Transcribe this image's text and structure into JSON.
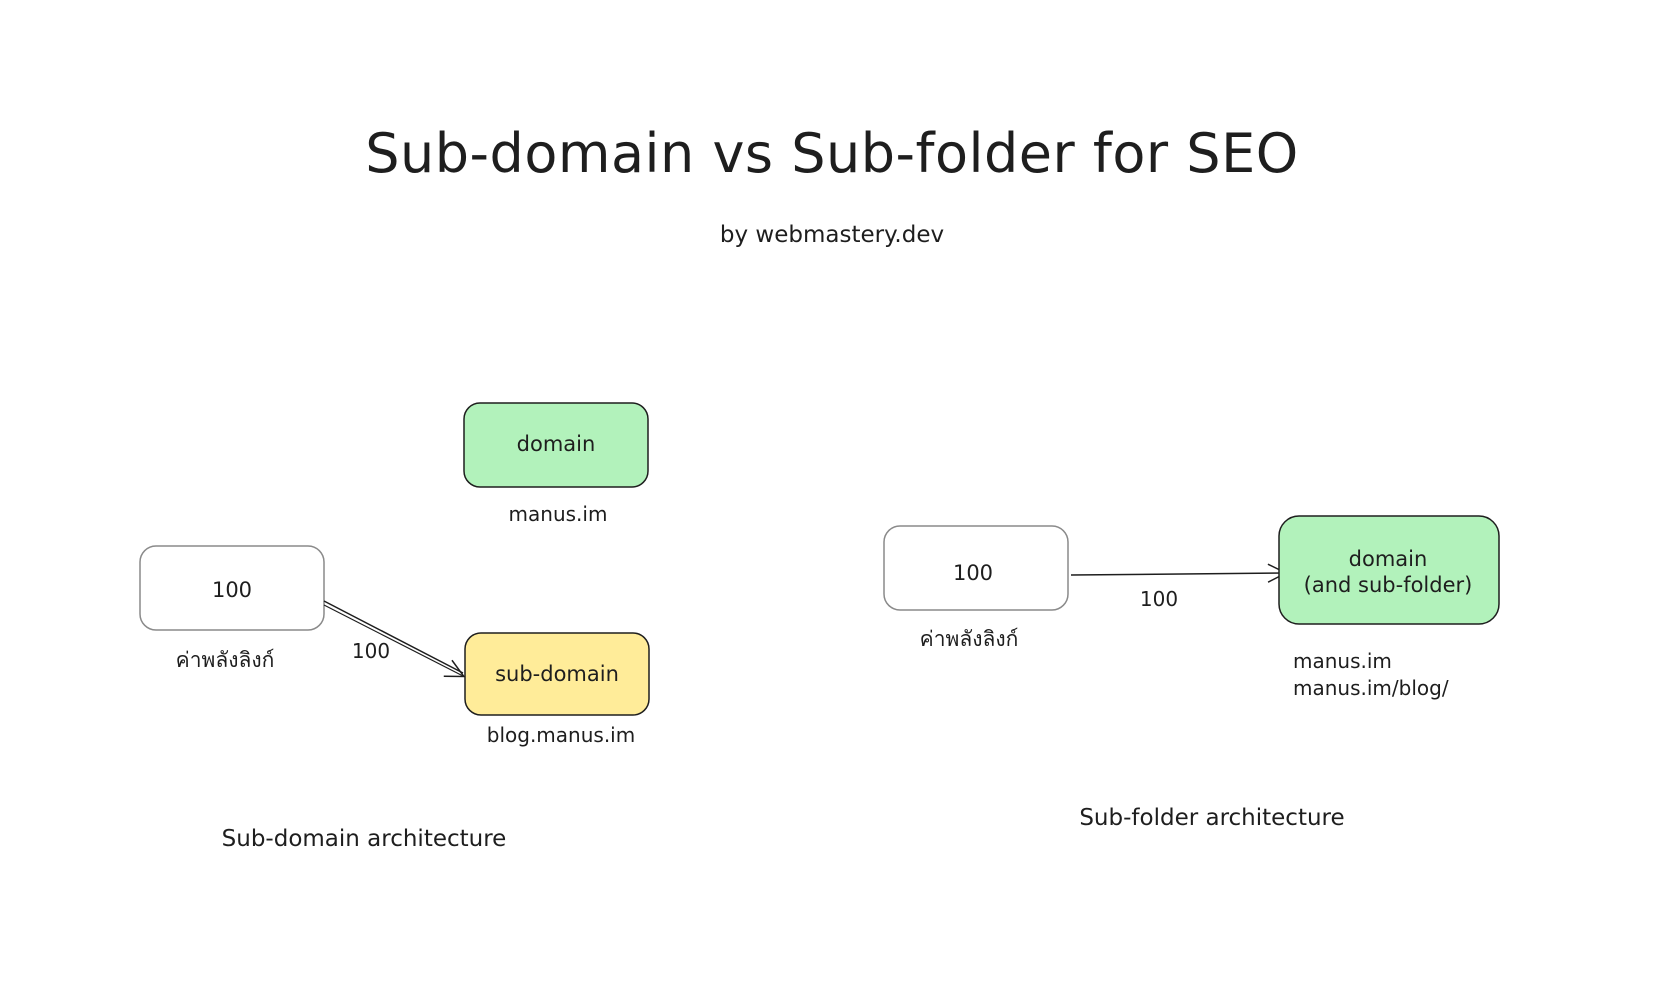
{
  "header": {
    "title": "Sub-domain vs Sub-folder for SEO",
    "subtitle": "by webmastery.dev"
  },
  "left": {
    "source_value": "100",
    "source_label": "ค่าพลังลิงก์",
    "arrow_value": "100",
    "domain_box": "domain",
    "domain_url": "manus.im",
    "subdomain_box": "sub-domain",
    "subdomain_url": "blog.manus.im",
    "caption": "Sub-domain architecture"
  },
  "right": {
    "source_value": "100",
    "source_label": "ค่าพลังลิงก์",
    "arrow_value": "100",
    "domain_box_line1": "domain",
    "domain_box_line2": "(and sub-folder)",
    "url_1": "manus.im",
    "url_2": "manus.im/blog/",
    "caption": "Sub-folder architecture"
  },
  "colors": {
    "domain_fill": "#b2f2bb",
    "subdomain_fill": "#ffec99",
    "source_fill": "#ffffff",
    "stroke": "#1e1e1e"
  }
}
